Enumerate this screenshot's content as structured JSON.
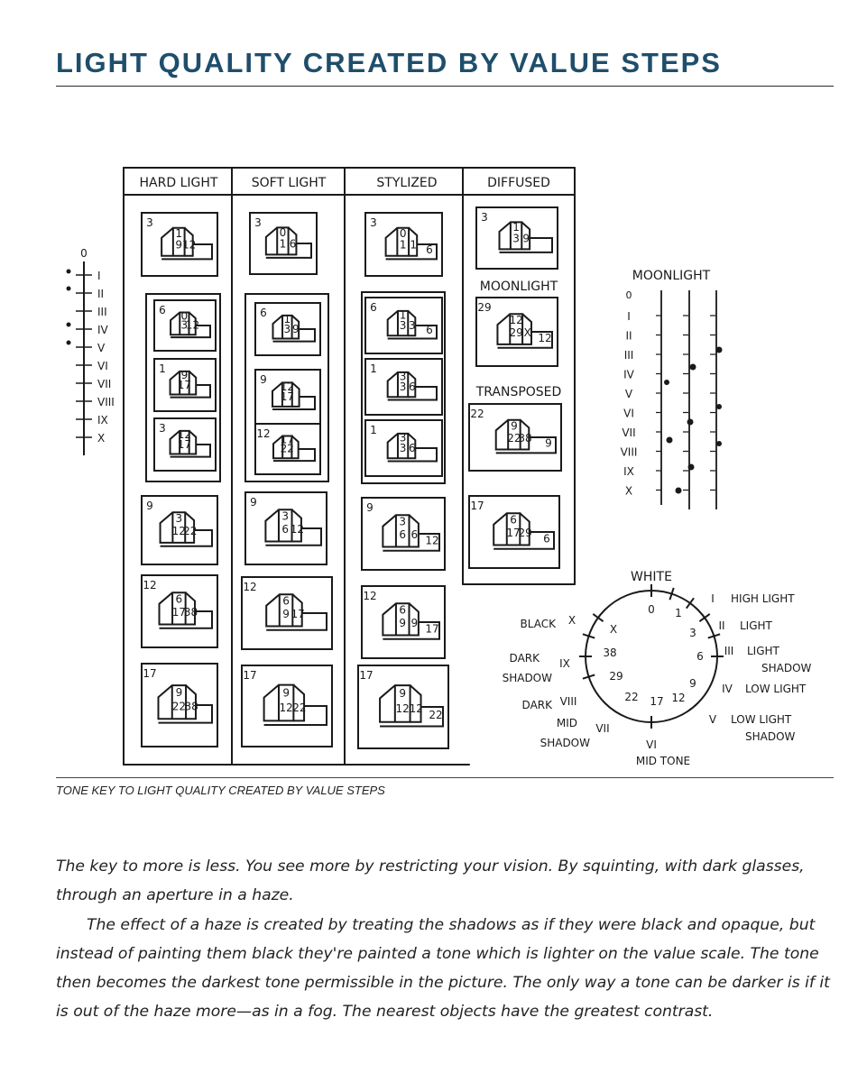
{
  "page": {
    "title": "LIGHT QUALITY CREATED BY VALUE STEPS",
    "caption": "TONE KEY TO LIGHT QUALITY CREATED BY VALUE STEPS",
    "paragraphs": [
      "The key to more is less. You see more by restricting your vision. By squinting, with dark glasses, through an aperture in a haze.",
      "The effect of a haze is created by treating the shadows as if they were black and opaque, but instead of painting them black they're painted a tone which is lighter on the value scale. The tone then becomes the darkest tone permissible in the picture. The only way a tone can be darker is if it is out of the haze more—as in a fog. The nearest objects have the greatest contrast."
    ]
  },
  "sketch": {
    "columns": [
      "HARD LIGHT",
      "SOFT LIGHT",
      "STYLIZED",
      "DIFFUSED"
    ],
    "diffused_labels": [
      "MOONLIGHT",
      "TRANSPOSED"
    ],
    "left_scale": {
      "top": "0",
      "numerals": [
        "I",
        "II",
        "III",
        "IV",
        "V",
        "VI",
        "VII",
        "VIII",
        "IX",
        "X"
      ]
    },
    "moonlight_scale": {
      "title": "MOONLIGHT",
      "top": "0",
      "numerals": [
        "I",
        "II",
        "III",
        "IV",
        "V",
        "VI",
        "VII",
        "VIII",
        "IX",
        "X"
      ]
    },
    "value_wheel": {
      "top_label": "WHITE",
      "center_value": "0",
      "inner_numbers": [
        "1",
        "3",
        "6",
        "9",
        "12",
        "17",
        "22",
        "29",
        "38",
        "X"
      ],
      "right_labels": [
        {
          "numeral": "I",
          "text": "HIGH LIGHT"
        },
        {
          "numeral": "II",
          "text": "LIGHT"
        },
        {
          "numeral": "III",
          "text": "LIGHT",
          "text2": "SHADOW"
        },
        {
          "numeral": "IV",
          "text": "LOW LIGHT"
        },
        {
          "numeral": "V",
          "text": "LOW LIGHT",
          "text2": "SHADOW"
        }
      ],
      "bottom_label": {
        "numeral": "VI",
        "text": "MID TONE"
      },
      "left_labels": [
        {
          "numeral": "X",
          "text": "BLACK"
        },
        {
          "numeral": "IX",
          "text": "DARK",
          "text2": "SHADOW"
        },
        {
          "numeral": "VIII",
          "text": "DARK"
        },
        {
          "numeral": "VII",
          "text": "MID",
          "text2": "SHADOW"
        }
      ]
    },
    "boxes": {
      "hard": [
        [
          "3",
          "1",
          "9",
          "12"
        ],
        [
          "6",
          "0",
          "3",
          "12"
        ],
        [
          "1",
          "9",
          "17"
        ],
        [
          "3",
          "12",
          "17"
        ],
        [
          "9",
          "3",
          "12",
          "22"
        ],
        [
          "12",
          "6",
          "17",
          "38"
        ],
        [
          "17",
          "9",
          "22",
          "38"
        ]
      ],
      "soft": [
        [
          "3",
          "0",
          "1",
          "6"
        ],
        [
          "6",
          "1",
          "3",
          "9"
        ],
        [
          "9",
          "12",
          "17"
        ],
        [
          "12",
          "17",
          "22"
        ],
        [
          "9",
          "3",
          "6",
          "12"
        ],
        [
          "12",
          "6",
          "9",
          "17"
        ],
        [
          "17",
          "9",
          "12",
          "22"
        ]
      ],
      "stylized": [
        [
          "3",
          "0",
          "1",
          "1",
          "6"
        ],
        [
          "6",
          "1",
          "3",
          "3",
          "6"
        ],
        [
          "1",
          "3",
          "3",
          "6"
        ],
        [
          "1",
          "3",
          "3",
          "6"
        ],
        [
          "9",
          "3",
          "6",
          "6",
          "12"
        ],
        [
          "12",
          "6",
          "9",
          "9",
          "17"
        ],
        [
          "17",
          "9",
          "12",
          "12",
          "22"
        ]
      ],
      "diffused": [
        [
          "3",
          "1",
          "3",
          "9"
        ],
        [
          "29",
          "12",
          "29",
          "X",
          "12"
        ],
        [
          "22",
          "9",
          "22",
          "38",
          "9"
        ],
        [
          "17",
          "6",
          "17",
          "29",
          "6"
        ]
      ]
    }
  }
}
